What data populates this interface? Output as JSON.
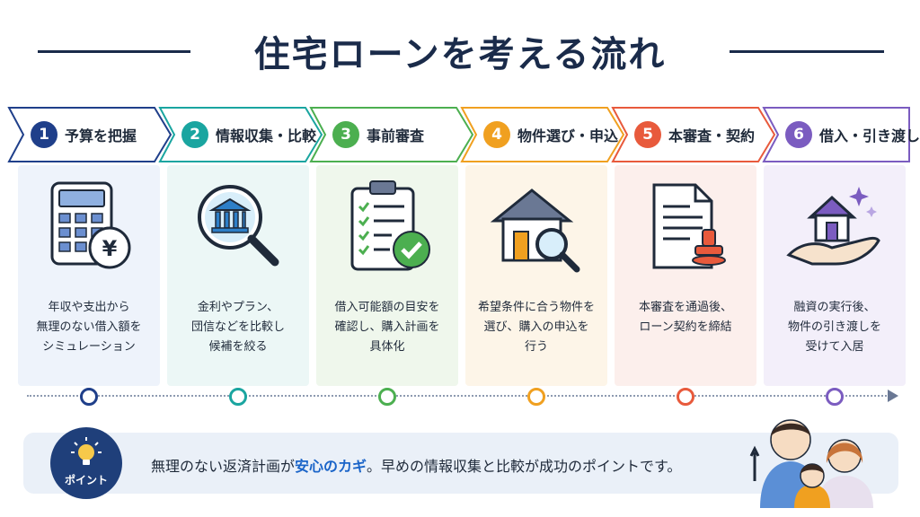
{
  "title": "住宅ローンを考える流れ",
  "steps": [
    {
      "num": "1",
      "label": "予算を把握",
      "color": "#1f3f8a",
      "bg": "#eef3fb",
      "desc_lines": [
        "年収や支出から",
        "無理のない借入額を",
        "シミュレーション"
      ],
      "icon": "calculator-yen-icon"
    },
    {
      "num": "2",
      "label": "情報収集・比較",
      "color": "#1aa5a0",
      "bg": "#ecf7f6",
      "desc_lines": [
        "金利やプラン、",
        "団信などを比較し",
        "候補を絞る"
      ],
      "icon": "bank-magnifier-icon"
    },
    {
      "num": "3",
      "label": "事前審査",
      "color": "#4caf50",
      "bg": "#eff7ec",
      "desc_lines": [
        "借入可能額の目安を",
        "確認し、購入計画を",
        "具体化"
      ],
      "icon": "clipboard-check-icon"
    },
    {
      "num": "4",
      "label": "物件選び・申込",
      "color": "#f0a020",
      "bg": "#fdf5e8",
      "desc_lines": [
        "希望条件に合う物件を",
        "選び、購入の申込を",
        "行う"
      ],
      "icon": "house-magnifier-icon"
    },
    {
      "num": "5",
      "label": "本審査・契約",
      "color": "#e85a3c",
      "bg": "#fcefec",
      "desc_lines": [
        "本審査を通過後、",
        "ローン契約を締結"
      ],
      "icon": "contract-stamp-icon"
    },
    {
      "num": "6",
      "label": "借入・引き渡し",
      "color": "#7b5cc0",
      "bg": "#f3effa",
      "desc_lines": [
        "融資の実行後、",
        "物件の引き渡しを",
        "受けて入居"
      ],
      "icon": "house-hand-icon"
    }
  ],
  "tip": {
    "badge": "ポイント",
    "text_before": "無理のない返済計画が",
    "text_highlight": "安心のカギ",
    "text_after": "。早めの情報収集と比較が成功のポイントです。"
  }
}
